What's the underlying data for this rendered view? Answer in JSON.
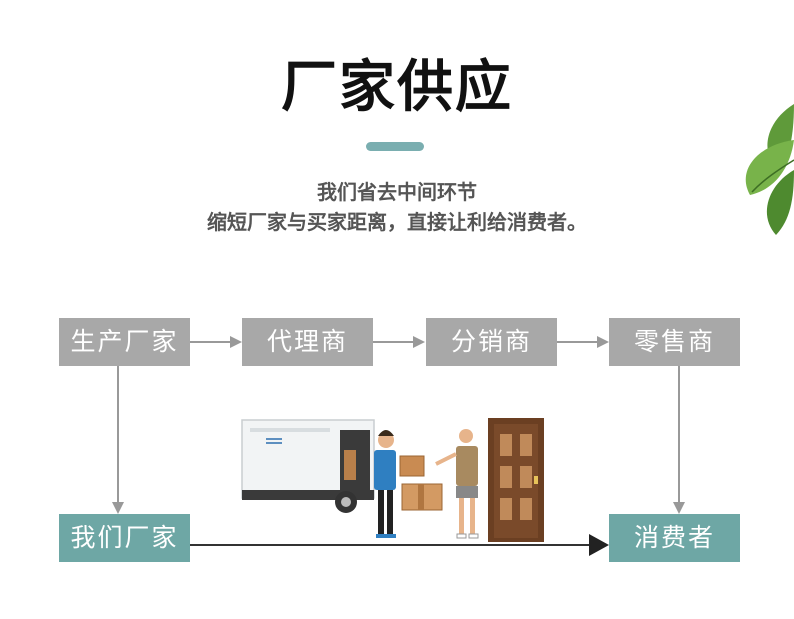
{
  "title": "厂家供应",
  "subtitle_line1": "我们省去中间环节",
  "subtitle_line2": "缩短厂家与买家距离，直接让利给消费者。",
  "nodes": {
    "manufacturer": "生产厂家",
    "agent": "代理商",
    "distributor": "分销商",
    "retailer": "零售商",
    "our_factory": "我们厂家",
    "consumer": "消费者"
  },
  "colors": {
    "gray_box": "#a8a8a8",
    "teal_box": "#6ea7a5",
    "accent_bar": "#7aaeb0",
    "arrow": "#999999",
    "direct_arrow": "#333333"
  },
  "icons": [
    "leaf-icon",
    "delivery-truck-icon",
    "courier-person-icon",
    "customer-person-icon",
    "door-icon",
    "package-box-icon"
  ]
}
